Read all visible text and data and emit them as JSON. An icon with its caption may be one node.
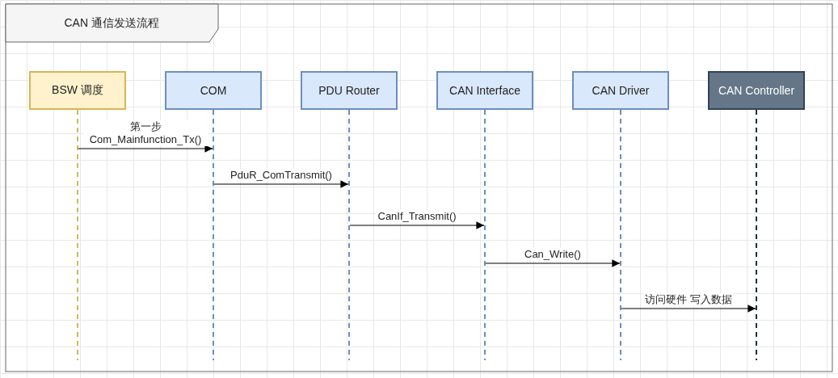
{
  "diagram": {
    "title": "CAN 通信发送流程",
    "nodes": [
      {
        "text": [
          "BSW 调度"
        ]
      },
      {
        "text": [
          "COM"
        ]
      },
      {
        "text": [
          "PDU Router"
        ]
      },
      {
        "text": [
          "CAN Interface"
        ]
      },
      {
        "text": [
          "CAN Driver"
        ]
      },
      {
        "text": [
          "CAN Controller"
        ]
      }
    ],
    "edges": [
      {
        "from": 0,
        "to": 1,
        "arrow": "to",
        "label": "第一步 Com_Mainfunction_Tx()"
      },
      {
        "from": 1,
        "to": 2,
        "arrow": "to",
        "label": "PduR_ComTransmit()"
      },
      {
        "from": 2,
        "to": 3,
        "arrow": "to",
        "label": "CanIf_Transmit()"
      },
      {
        "from": 3,
        "to": 4,
        "arrow": "to",
        "label": "Can_Write()"
      },
      {
        "from": 4,
        "to": 5,
        "arrow": "to",
        "label": "访问硬件 写入数据"
      }
    ]
  }
}
